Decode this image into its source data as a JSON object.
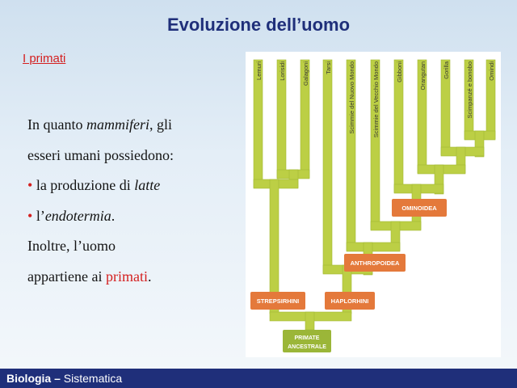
{
  "slide": {
    "title": "Evoluzione dell’uomo",
    "subtitle": "I primati"
  },
  "body": {
    "line1_a": "In quanto ",
    "line1_b": "mammiferi",
    "line1_c": ", gli",
    "line2": "esseri umani possiedono:",
    "bullet": "•",
    "line3_a": " la produzione di ",
    "line3_b": "latte",
    "line4_a": " l’",
    "line4_b": "endotermia",
    "line4_c": ".",
    "line5": "Inoltre, l’uomo",
    "line6_a": "appartiene ai ",
    "line6_b": "primati",
    "line6_c": "."
  },
  "diagram": {
    "colors": {
      "branch": "#bccf45",
      "branch_edge": "#a4b935",
      "orange_box": "#e4793b",
      "green_box": "#9bb638",
      "label_text": "#3a3a30"
    },
    "taxa": [
      {
        "label": "Lemuri"
      },
      {
        "label": "Lorisidi"
      },
      {
        "label": "Galagoni"
      },
      {
        "label": "Tarsi"
      },
      {
        "label": "Scimmie del Nuovo Mondo"
      },
      {
        "label": "Scimmie del Vecchio Mondo"
      },
      {
        "label": "Gibboni"
      },
      {
        "label": "Orangutan"
      },
      {
        "label": "Gorilla"
      },
      {
        "label": "Scimpanzé e bonobo"
      },
      {
        "label": "Omindi"
      }
    ],
    "groups": {
      "strepsirhini": "STREPSIRHINI",
      "haplorhini": "HAPLORHINI",
      "anthropoidea": "ANTHROPOIDEA",
      "ominoidea": "OMINOIDEA",
      "root_line1": "PRIMATE",
      "root_line2": "ANCESTRALE"
    }
  },
  "footer": {
    "subject": "Biologia –",
    "topic": " Sistematica"
  }
}
